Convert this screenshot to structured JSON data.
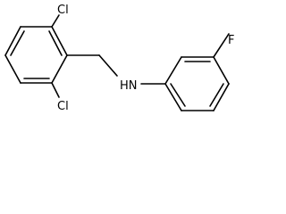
{
  "molecule": {
    "atoms": {
      "chlorine_top": "Cl",
      "chlorine_bottom": "Cl",
      "amine": "HN",
      "fluorine": "F"
    }
  }
}
